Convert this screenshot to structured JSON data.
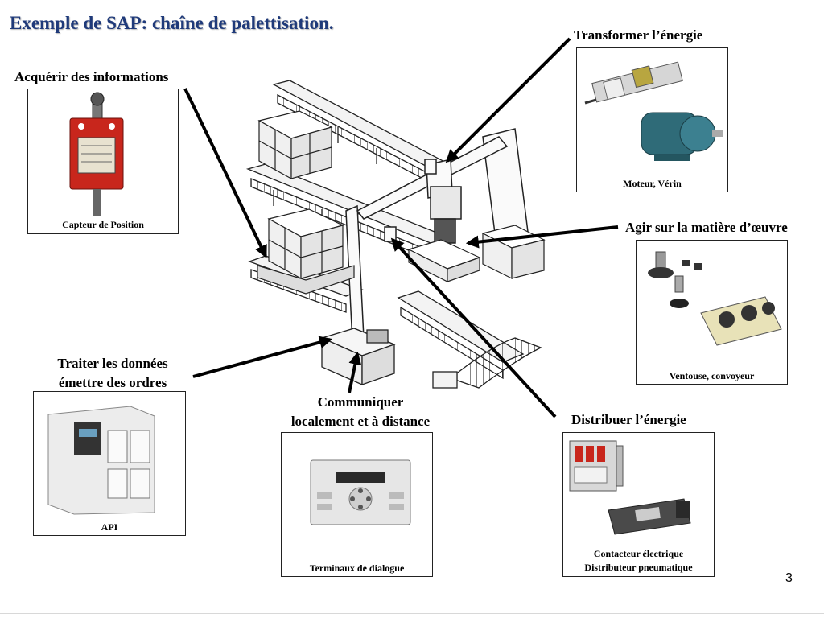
{
  "title": "Exemple de SAP: chaîne de palettisation.",
  "page_number": "3",
  "functions": {
    "acquerir": {
      "heading": "Acquérir des informations",
      "caption": "Capteur de Position"
    },
    "transformer": {
      "heading": "Transformer l’énergie",
      "caption": "Moteur, Vérin"
    },
    "agir": {
      "heading": "Agir sur la matière d’œuvre",
      "caption": "Ventouse, convoyeur"
    },
    "traiter": {
      "heading_line1": "Traiter les données",
      "heading_line2": "émettre des ordres",
      "caption": "API"
    },
    "communiquer": {
      "heading_line1": "Communiquer",
      "heading_line2": "localement et à distance",
      "caption": "Terminaux de dialogue"
    },
    "distribuer": {
      "heading": "Distribuer l’énergie",
      "caption_line1": "Contacteur électrique",
      "caption_line2": "Distributeur pneumatique"
    }
  }
}
